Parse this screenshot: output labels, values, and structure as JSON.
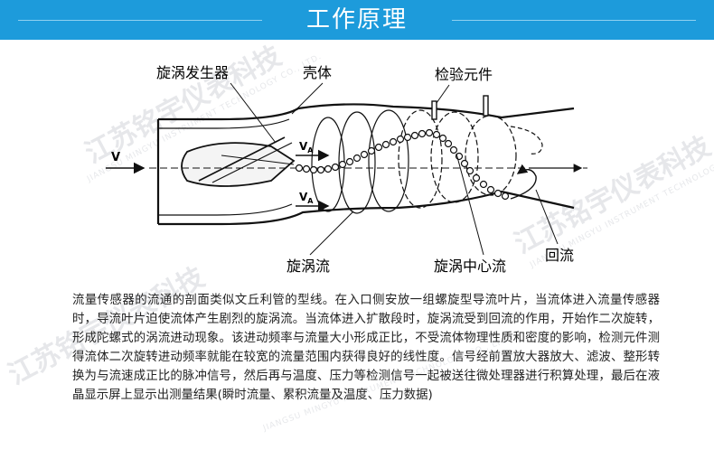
{
  "banner": {
    "title": "工作原理",
    "color": "#1d9bdb"
  },
  "watermark": {
    "company_cn": "江苏铭宇仪表科技",
    "company_en": "JIANGSU MINGYU INSTRUMENT TECHNOLOGY CO., LTD."
  },
  "diagram": {
    "labels": {
      "generator": "旋涡发生器",
      "shell": "壳体",
      "detector": "检验元件",
      "v": "V",
      "va_upper": "V",
      "va_lower": "V",
      "va_sub": "A",
      "swirl_flow": "旋涡流",
      "swirl_center": "旋涡中心流",
      "backflow": "回流"
    }
  },
  "description": "流量传感器的流通的剖面类似文丘利管的型线。在入口侧安放一组螺旋型导流叶片，当流体进入流量传感器时，导流叶片迫使流体产生剧烈的旋涡流。当流体进入扩散段时，旋涡流受到回流的作用，开始作二次旋转，形成陀螺式的涡流进动现象。该进动频率与流量大小形成正比，不受流体物理性质和密度的影响，检测元件测得流体二次旋转进动频率就能在较宽的流量范围内获得良好的线性度。信号经前置放大器放大、滤波、整形转换为与流速成正比的脉冲信号，然后再与温度、压力等检测信号一起被送往微处理器进行积算处理，最后在液晶显示屏上显示出测量结果(瞬时流量、累积流量及温度、压力数据)"
}
